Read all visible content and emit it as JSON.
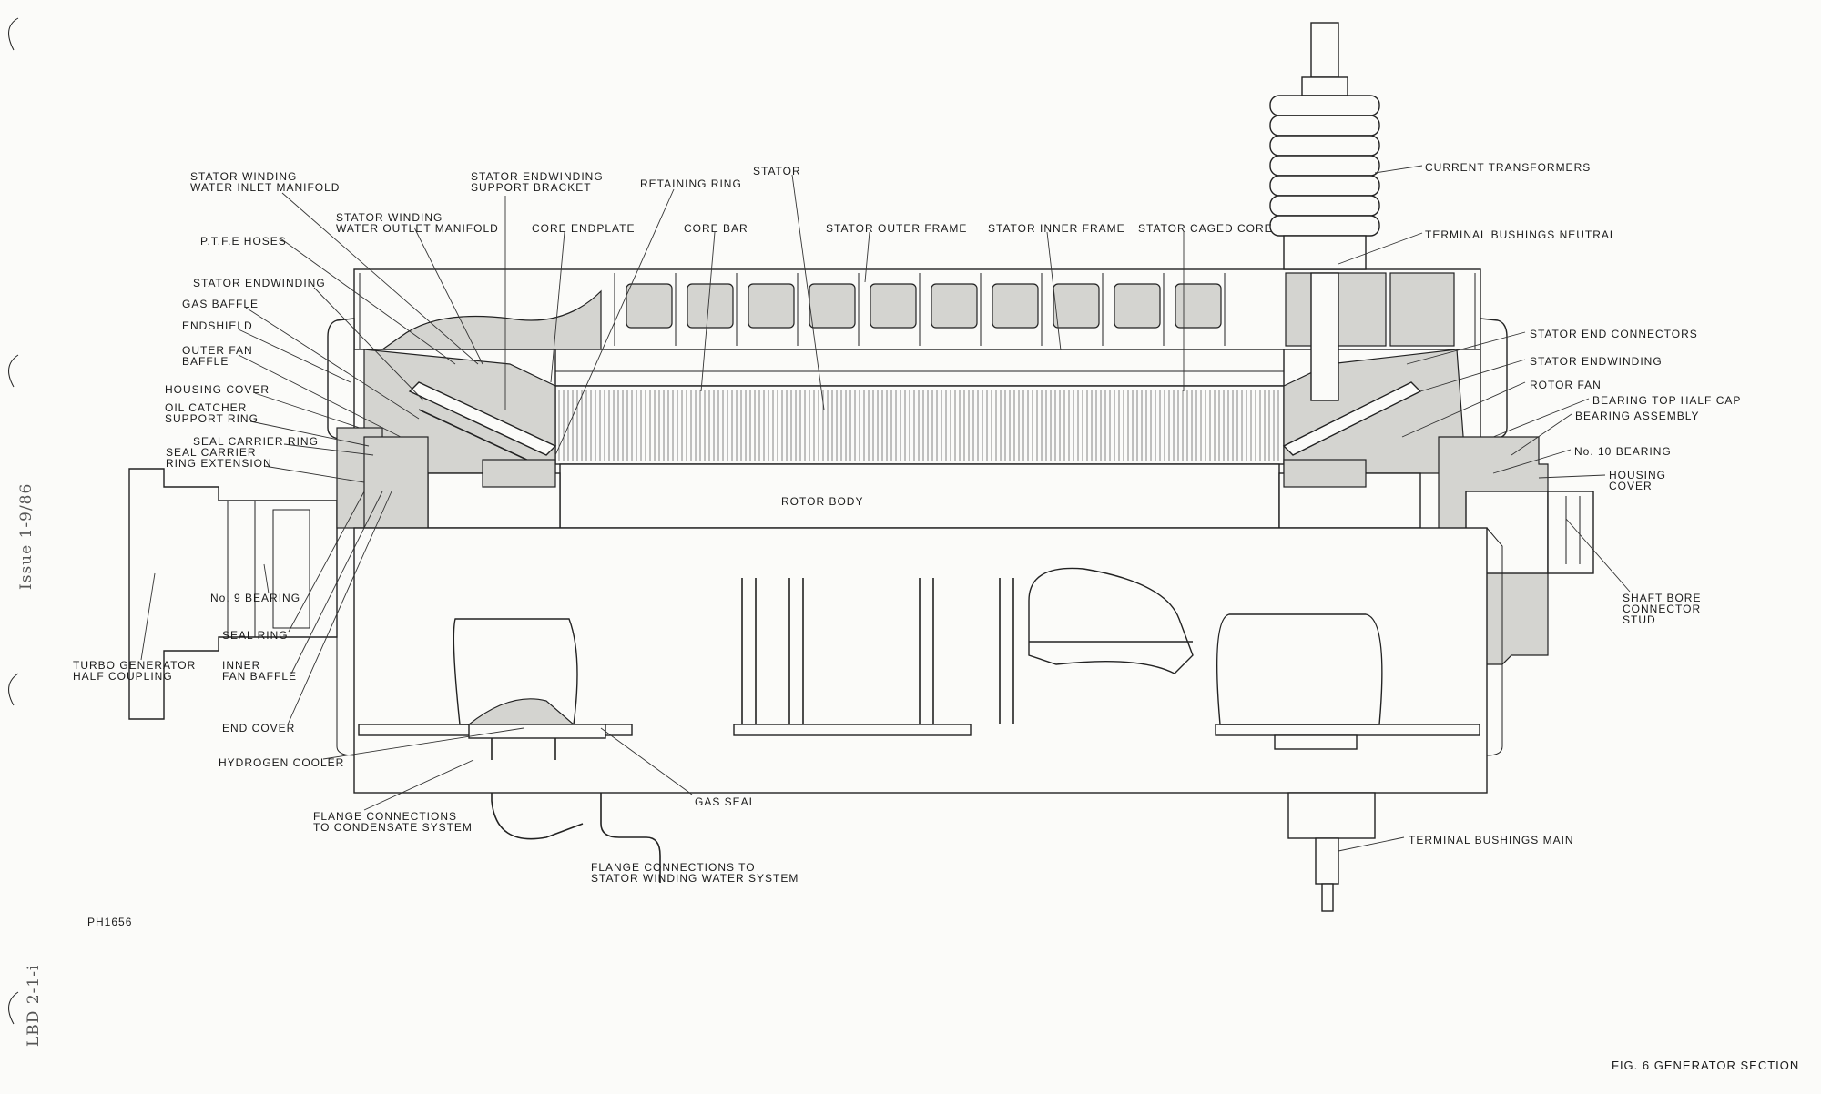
{
  "figure": {
    "title": "FIG. 6  GENERATOR SECTION",
    "drawing_ref": "PH1656",
    "issue": "Issue 1-9/86",
    "doc_ref": "LBD 2-1-i"
  },
  "labels_top": {
    "inlet_manifold_1": "STATOR WINDING",
    "inlet_manifold_2": "WATER INLET MANIFOLD",
    "support_bracket_1": "STATOR ENDWINDING",
    "support_bracket_2": "SUPPORT BRACKET",
    "retaining_ring": "RETAINING RING",
    "stator": "STATOR",
    "outlet_manifold_1": "STATOR WINDING",
    "outlet_manifold_2": "WATER OUTLET MANIFOLD",
    "core_endplate": "CORE ENDPLATE",
    "core_bar": "CORE BAR",
    "stator_outer_frame": "STATOR OUTER FRAME",
    "stator_inner_frame": "STATOR INNER FRAME",
    "stator_caged_core": "STATOR CAGED CORE"
  },
  "labels_left": {
    "ptfe_hoses": "P.T.F.E HOSES",
    "stator_endwinding": "STATOR ENDWINDING",
    "gas_baffle": "GAS BAFFLE",
    "endshield": "ENDSHIELD",
    "outer_fan_baffle_1": "OUTER FAN",
    "outer_fan_baffle_2": "BAFFLE",
    "housing_cover": "HOUSING COVER",
    "oil_catcher_1": "OIL CATCHER",
    "oil_catcher_2": "SUPPORT RING",
    "seal_carrier_ring": "SEAL CARRIER RING",
    "seal_carrier_ext_1": "SEAL CARRIER",
    "seal_carrier_ext_2": "RING EXTENSION",
    "no9_bearing": "No. 9 BEARING",
    "seal_ring": "SEAL RING",
    "half_coupling_1": "TURBO GENERATOR",
    "half_coupling_2": "HALF COUPLING",
    "inner_fan_baffle_1": "INNER",
    "inner_fan_baffle_2": "FAN BAFFLE",
    "end_cover": "END COVER",
    "hydrogen_cooler": "HYDROGEN COOLER",
    "flange_condensate_1": "FLANGE CONNECTIONS",
    "flange_condensate_2": "TO CONDENSATE SYSTEM",
    "gas_seal": "GAS SEAL",
    "flange_water_1": "FLANGE CONNECTIONS TO",
    "flange_water_2": "STATOR WINDING WATER SYSTEM"
  },
  "labels_center": {
    "rotor_body": "ROTOR  BODY"
  },
  "labels_right": {
    "current_transformers": "CURRENT TRANSFORMERS",
    "terminal_bushings_neutral": "TERMINAL BUSHINGS NEUTRAL",
    "stator_end_connectors": "STATOR END CONNECTORS",
    "stator_endwinding": "STATOR ENDWINDING",
    "rotor_fan": "ROTOR FAN",
    "bearing_top_half_cap": "BEARING TOP HALF CAP",
    "bearing_assembly": "BEARING ASSEMBLY",
    "no10_bearing": "No. 10 BEARING",
    "housing_cover_1": "HOUSING",
    "housing_cover_2": "COVER",
    "shaft_bore_1": "SHAFT BORE",
    "shaft_bore_2": "CONNECTOR",
    "shaft_bore_3": "STUD",
    "terminal_bushings_main": "TERMINAL BUSHINGS MAIN"
  }
}
